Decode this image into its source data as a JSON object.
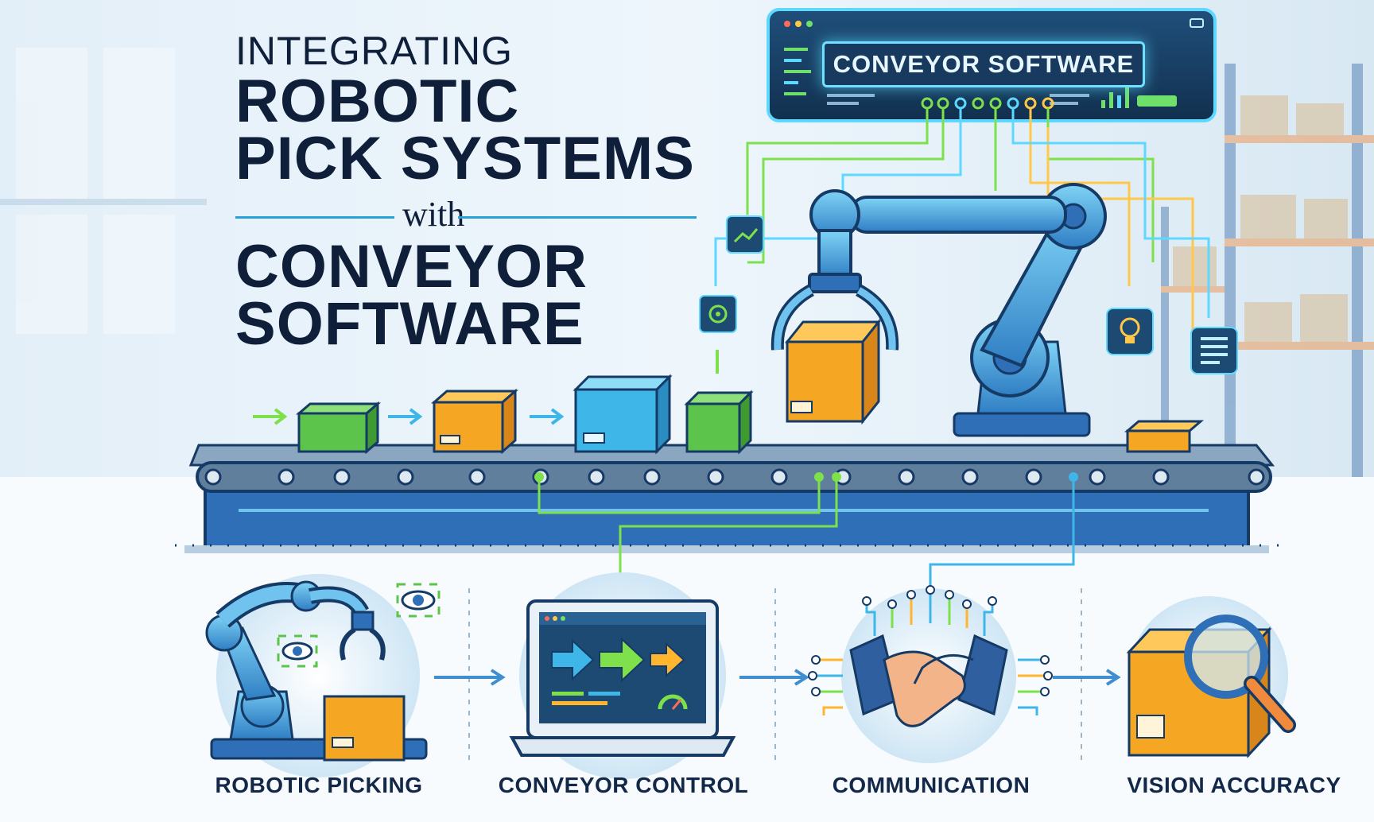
{
  "title": {
    "line1": "INTEGRATING",
    "line2": "ROBOTIC",
    "line3": "PICK SYSTEMS",
    "connector": "with",
    "line4": "CONVEYOR",
    "line5": "SOFTWARE"
  },
  "screen": {
    "label": "CONVEYOR SOFTWARE"
  },
  "steps": [
    {
      "label": "ROBOTIC PICKING",
      "icon": "robot-arm-icon"
    },
    {
      "label": "CONVEYOR CONTROL",
      "icon": "laptop-arrows-icon"
    },
    {
      "label": "COMMUNICATION",
      "icon": "handshake-icon"
    },
    {
      "label": "VISION ACCURACY",
      "icon": "magnifier-box-icon"
    }
  ],
  "colors": {
    "navy": "#0f1f3a",
    "accent_blue": "#2aa0d8",
    "belt_blue": "#2f6fb8",
    "box_orange": "#f5a623",
    "box_green": "#5cc44a",
    "box_cyan": "#3fb6e8",
    "signal_green": "#7ee04a"
  }
}
